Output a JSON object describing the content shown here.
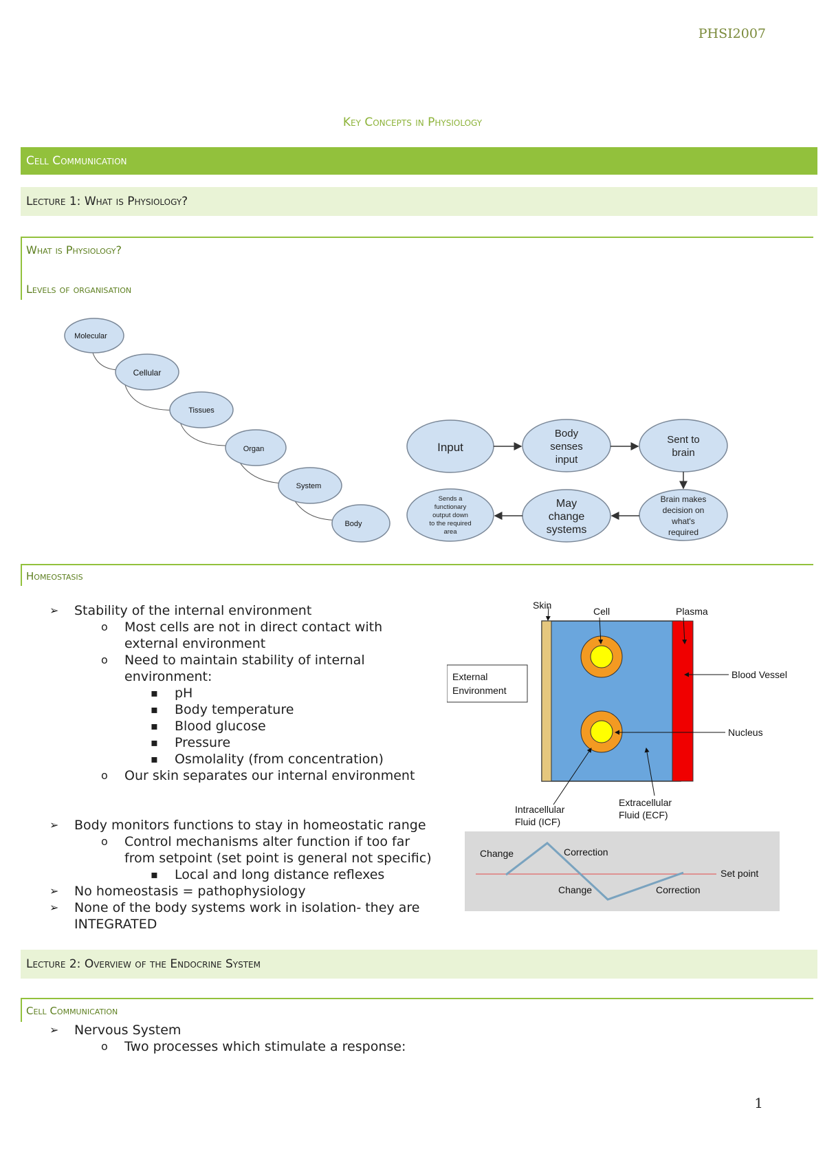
{
  "header": {
    "course_code": "PHSI2007"
  },
  "document": {
    "title": "Key Concepts in Physiology"
  },
  "section": {
    "title": "Cell Communication"
  },
  "lecture1": {
    "title": "Lecture 1: What is Physiology?"
  },
  "topic_what": {
    "title": "What is Physiology?",
    "subtitle": "Levels of organisation"
  },
  "levels": [
    "Molecular",
    "Cellular",
    "Tissues",
    "Organ",
    "System",
    "Body"
  ],
  "flow": {
    "input": "Input",
    "senses": [
      "Body",
      "senses",
      "input"
    ],
    "brain": [
      "Sent to",
      "brain"
    ],
    "decision": [
      "Brain makes",
      "decision on",
      "what's",
      "required"
    ],
    "change": [
      "May",
      "change",
      "systems"
    ],
    "output": [
      "Sends a",
      "functionary",
      "output down",
      "to the required",
      "area"
    ]
  },
  "topic_homeo": {
    "title": "Homeostasis"
  },
  "homeostasis": {
    "b1": "Stability of the internal environment",
    "b1a": [
      "Most cells are not in direct contact with",
      "external environment"
    ],
    "b1b": [
      "Need to maintain stability of internal",
      "environment:"
    ],
    "items": [
      "pH",
      "Body temperature",
      "Blood glucose",
      "Pressure",
      "Osmolality (from concentration)"
    ],
    "b1c": "Our skin separates our internal environment",
    "b2": "Body monitors functions to stay in homeostatic range",
    "b2a": [
      "Control mechanisms alter function if too far",
      "from setpoint (set point is general not specific)"
    ],
    "b2a1": "Local and long distance reflexes",
    "b3": "No homeostasis = pathophysiology",
    "b4": [
      "None of the body systems work in isolation- they are",
      "INTEGRATED"
    ]
  },
  "fluid_diagram": {
    "skin": "Skin",
    "cell": "Cell",
    "plasma": "Plasma",
    "external": [
      "External",
      "Environment"
    ],
    "blood_vessel": "Blood Vessel",
    "nucleus": "Nucleus",
    "icf": [
      "Intracellular",
      "Fluid (ICF)"
    ],
    "ecf": [
      "Extracellular",
      "Fluid (ECF)"
    ]
  },
  "setpoint_diagram": {
    "change_top": "Change",
    "correction_top": "Correction",
    "set_point": "Set point",
    "change_bottom": "Change",
    "correction_bottom": "Correction"
  },
  "lecture2": {
    "title": "Lecture 2: Overview of the Endocrine System"
  },
  "topic_comm": {
    "title": "Cell Communication"
  },
  "communication": {
    "b1": "Nervous System",
    "b1a": "Two processes which stimulate a response:"
  },
  "page": {
    "number": "1"
  }
}
